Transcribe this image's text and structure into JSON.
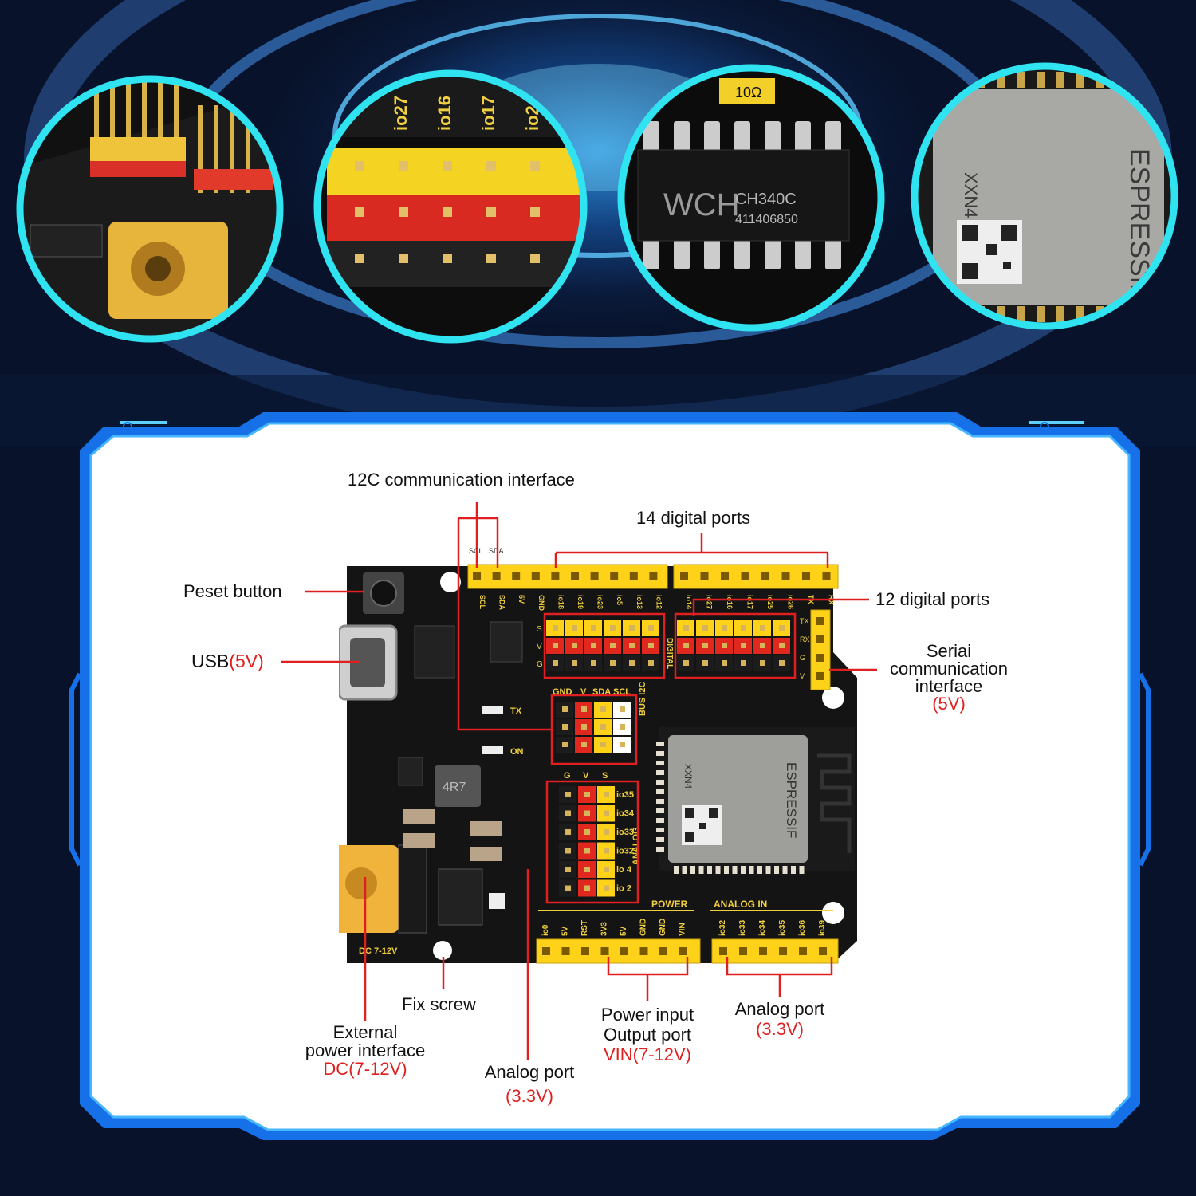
{
  "colors": {
    "accent_red": "#e02020",
    "frame_blue": "#1a8fff",
    "zoom_ring": "#2fe3f0",
    "header_yellow": "#ffd21a"
  },
  "callouts": {
    "i2c": "12C communication interface",
    "scl": "SCL",
    "sda": "SDA",
    "digital14": "14 digital ports",
    "digital12": "12 digital ports",
    "reset": "Peset button",
    "usb": "USB",
    "usb_v": "(5V)",
    "serial_line1": "Seriai",
    "serial_line2": "communication",
    "serial_line3": "interface",
    "serial_v": "(5V)",
    "fix_screw": "Fix screw",
    "ext_line1": "External",
    "ext_line2": "power interface",
    "ext_v": "DC(7-12V)",
    "power_line1": "Power input",
    "power_line2": "Output port",
    "power_v": "VIN(7-12V)",
    "analog_right": "Analog port",
    "analog_right_v": "(3.3V)",
    "analog_left": "Analog port",
    "analog_left_v": "(3.3V)"
  },
  "board": {
    "top_labels_left": [
      "SCL",
      "SDA",
      "5V",
      "GND",
      "io18",
      "io19",
      "io23",
      "io5",
      "io13",
      "io12"
    ],
    "top_labels_right": [
      "io14",
      "io27",
      "io16",
      "io17",
      "io25",
      "io26",
      "TX",
      "RX"
    ],
    "row_letters": [
      "S",
      "V",
      "G"
    ],
    "right_letters": [
      "TX",
      "RX",
      "G",
      "V"
    ],
    "digital": "DIGITAL",
    "bus_header": [
      "GND",
      "V",
      "SDA",
      "SCL"
    ],
    "bus_label": "BUS I2C",
    "analog_header": [
      "G",
      "V",
      "S"
    ],
    "analog_ports": [
      "io35",
      "io34",
      "io33",
      "io32",
      "io 4",
      "io 2"
    ],
    "analog_label": "ANALOG",
    "tx": "TX",
    "on": "ON",
    "inductor": "4R7",
    "power_title": "POWER",
    "analog_in_title": "ANALOG IN",
    "power_pins": [
      "io0",
      "5V",
      "RST",
      "3V3",
      "5V",
      "GND",
      "GND",
      "VIN"
    ],
    "analog_in_pins": [
      "io32",
      "io33",
      "io34",
      "io35",
      "io36",
      "io39"
    ],
    "dc_label": "DC 7-12V",
    "module_brand": "ESPRESSIF",
    "module_code": "XXN4"
  },
  "zoom_circles": {
    "c1_note": "",
    "c2_labels": [
      "io27",
      "io16",
      "io17",
      "io2"
    ],
    "c3_brand": "WCH",
    "c3_chip": "CH340C",
    "c3_code": "411406850",
    "c3_resistor": "10Ω",
    "c4_brand": "ESPRESSIF",
    "c4_code": "XXN4"
  }
}
